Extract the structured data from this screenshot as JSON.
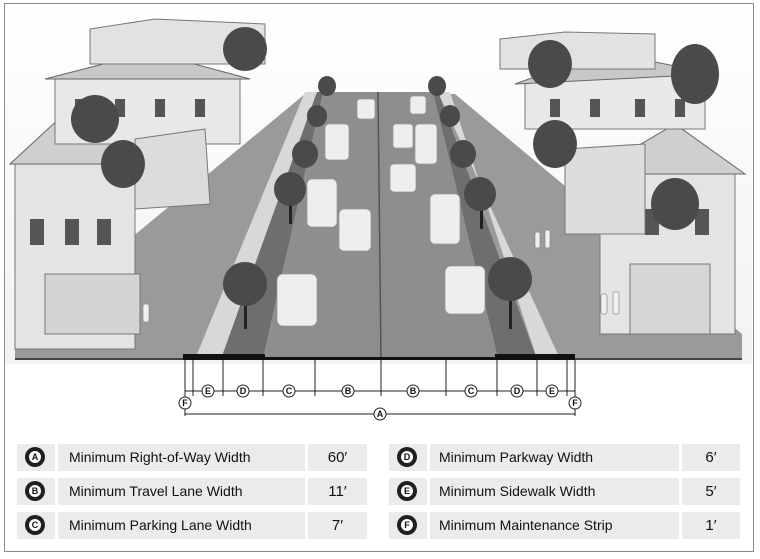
{
  "diagram": {
    "dimension_markers": {
      "A": "A",
      "B": "B",
      "C": "C",
      "D": "D",
      "E": "E",
      "F": "F"
    }
  },
  "legend": {
    "left": [
      {
        "letter": "A",
        "label": "Minimum Right-of-Way Width",
        "value": "60′"
      },
      {
        "letter": "B",
        "label": "Minimum Travel Lane Width",
        "value": "11′"
      },
      {
        "letter": "C",
        "label": "Minimum Parking Lane Width",
        "value": "7′"
      }
    ],
    "right": [
      {
        "letter": "D",
        "label": "Minimum Parkway Width",
        "value": "6′"
      },
      {
        "letter": "E",
        "label": "Minimum Sidewalk Width",
        "value": "5′"
      },
      {
        "letter": "F",
        "label": "Minimum Maintenance Strip",
        "value": "1′"
      }
    ]
  }
}
